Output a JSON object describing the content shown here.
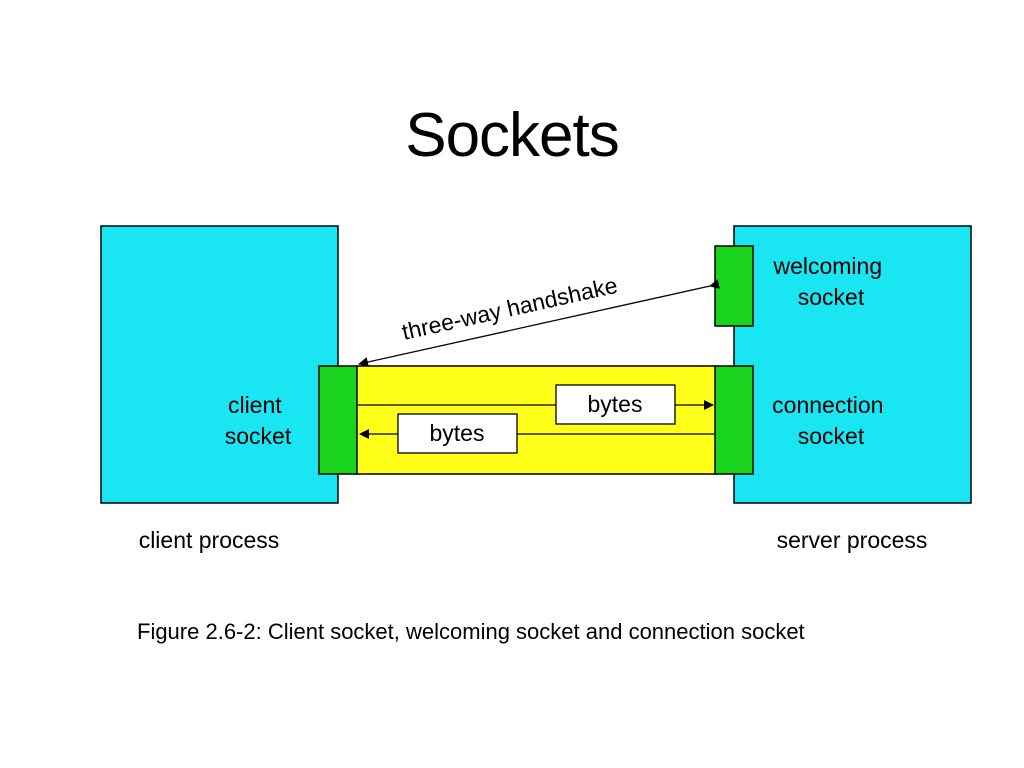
{
  "title": "Sockets",
  "diagram": {
    "client_box_label": "client process",
    "server_box_label": "server process",
    "client_socket_label": [
      "client",
      "socket"
    ],
    "welcoming_socket_label": [
      "welcoming",
      "socket"
    ],
    "connection_socket_label": [
      "connection",
      "socket"
    ],
    "handshake_label": "three-way handshake",
    "bytes_to_server_label": "bytes",
    "bytes_to_client_label": "bytes",
    "colors": {
      "process_box": "#19e6f2",
      "socket": "#1ad31c",
      "channel": "#ffff1a"
    }
  },
  "caption": "Figure 2.6-2: Client socket, welcoming socket and connection socket"
}
